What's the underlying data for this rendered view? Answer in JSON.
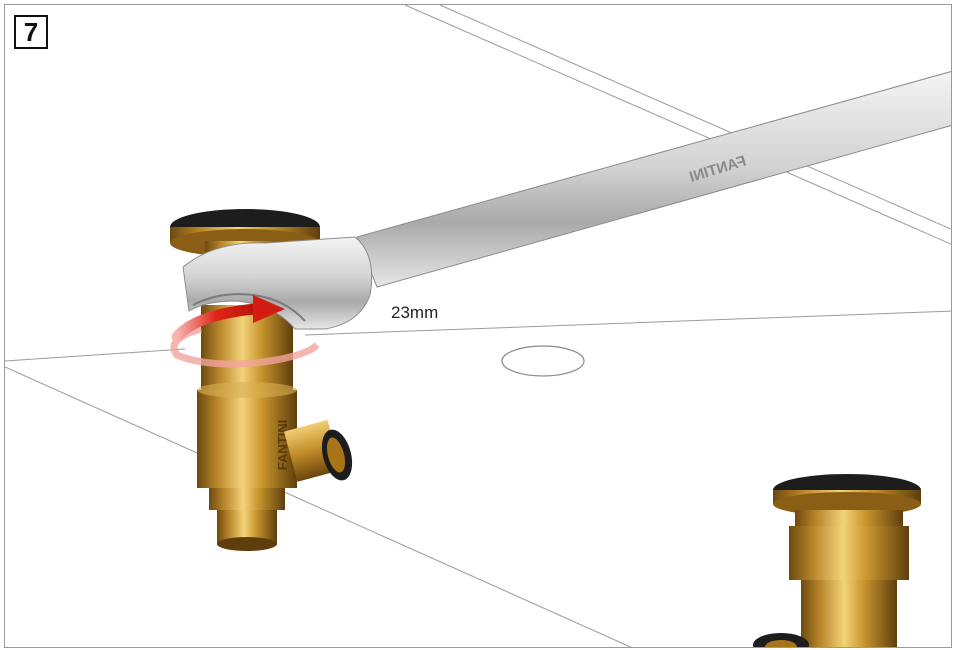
{
  "step": {
    "number": "7"
  },
  "annotation": {
    "wrench_size": "23mm"
  },
  "parts": {
    "valve_brand": "FANTINI",
    "wrench_engraving": "FANTINI"
  },
  "colors": {
    "brass": "#c9962e",
    "wrench": "#c9c9c9",
    "arrow": "#e02418",
    "line": "#9a9a9a"
  }
}
